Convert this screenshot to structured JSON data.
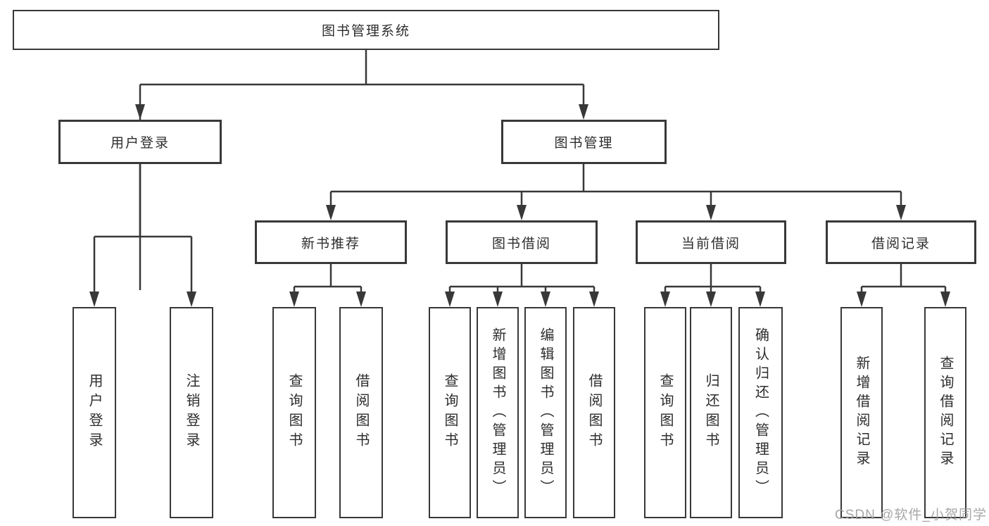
{
  "diagram": {
    "root": {
      "label": "图书管理系统"
    },
    "branches": [
      {
        "label": "用户登录",
        "children": [
          {
            "label": "用户登录"
          },
          {
            "label": "注销登录"
          }
        ]
      },
      {
        "label": "图书管理",
        "children": [
          {
            "label": "新书推荐",
            "children": [
              {
                "label": "查询图书"
              },
              {
                "label": "借阅图书"
              }
            ]
          },
          {
            "label": "图书借阅",
            "children": [
              {
                "label": "查询图书"
              },
              {
                "label": "新增图书（管理员）"
              },
              {
                "label": "编辑图书（管理员）"
              },
              {
                "label": "借阅图书"
              }
            ]
          },
          {
            "label": "当前借阅",
            "children": [
              {
                "label": "查询图书"
              },
              {
                "label": "归还图书"
              },
              {
                "label": "确认归还（管理员）"
              }
            ]
          },
          {
            "label": "借阅记录",
            "children": [
              {
                "label": "新增借阅记录"
              },
              {
                "label": "查询借阅记录"
              }
            ]
          }
        ]
      }
    ],
    "watermark": "CSDN @软件_小贺同学",
    "colors": {
      "line": "#383838",
      "box_border": "#383838",
      "text": "#2d2d2d",
      "watermark": "#9e9e9e",
      "background": "#ffffff"
    }
  }
}
